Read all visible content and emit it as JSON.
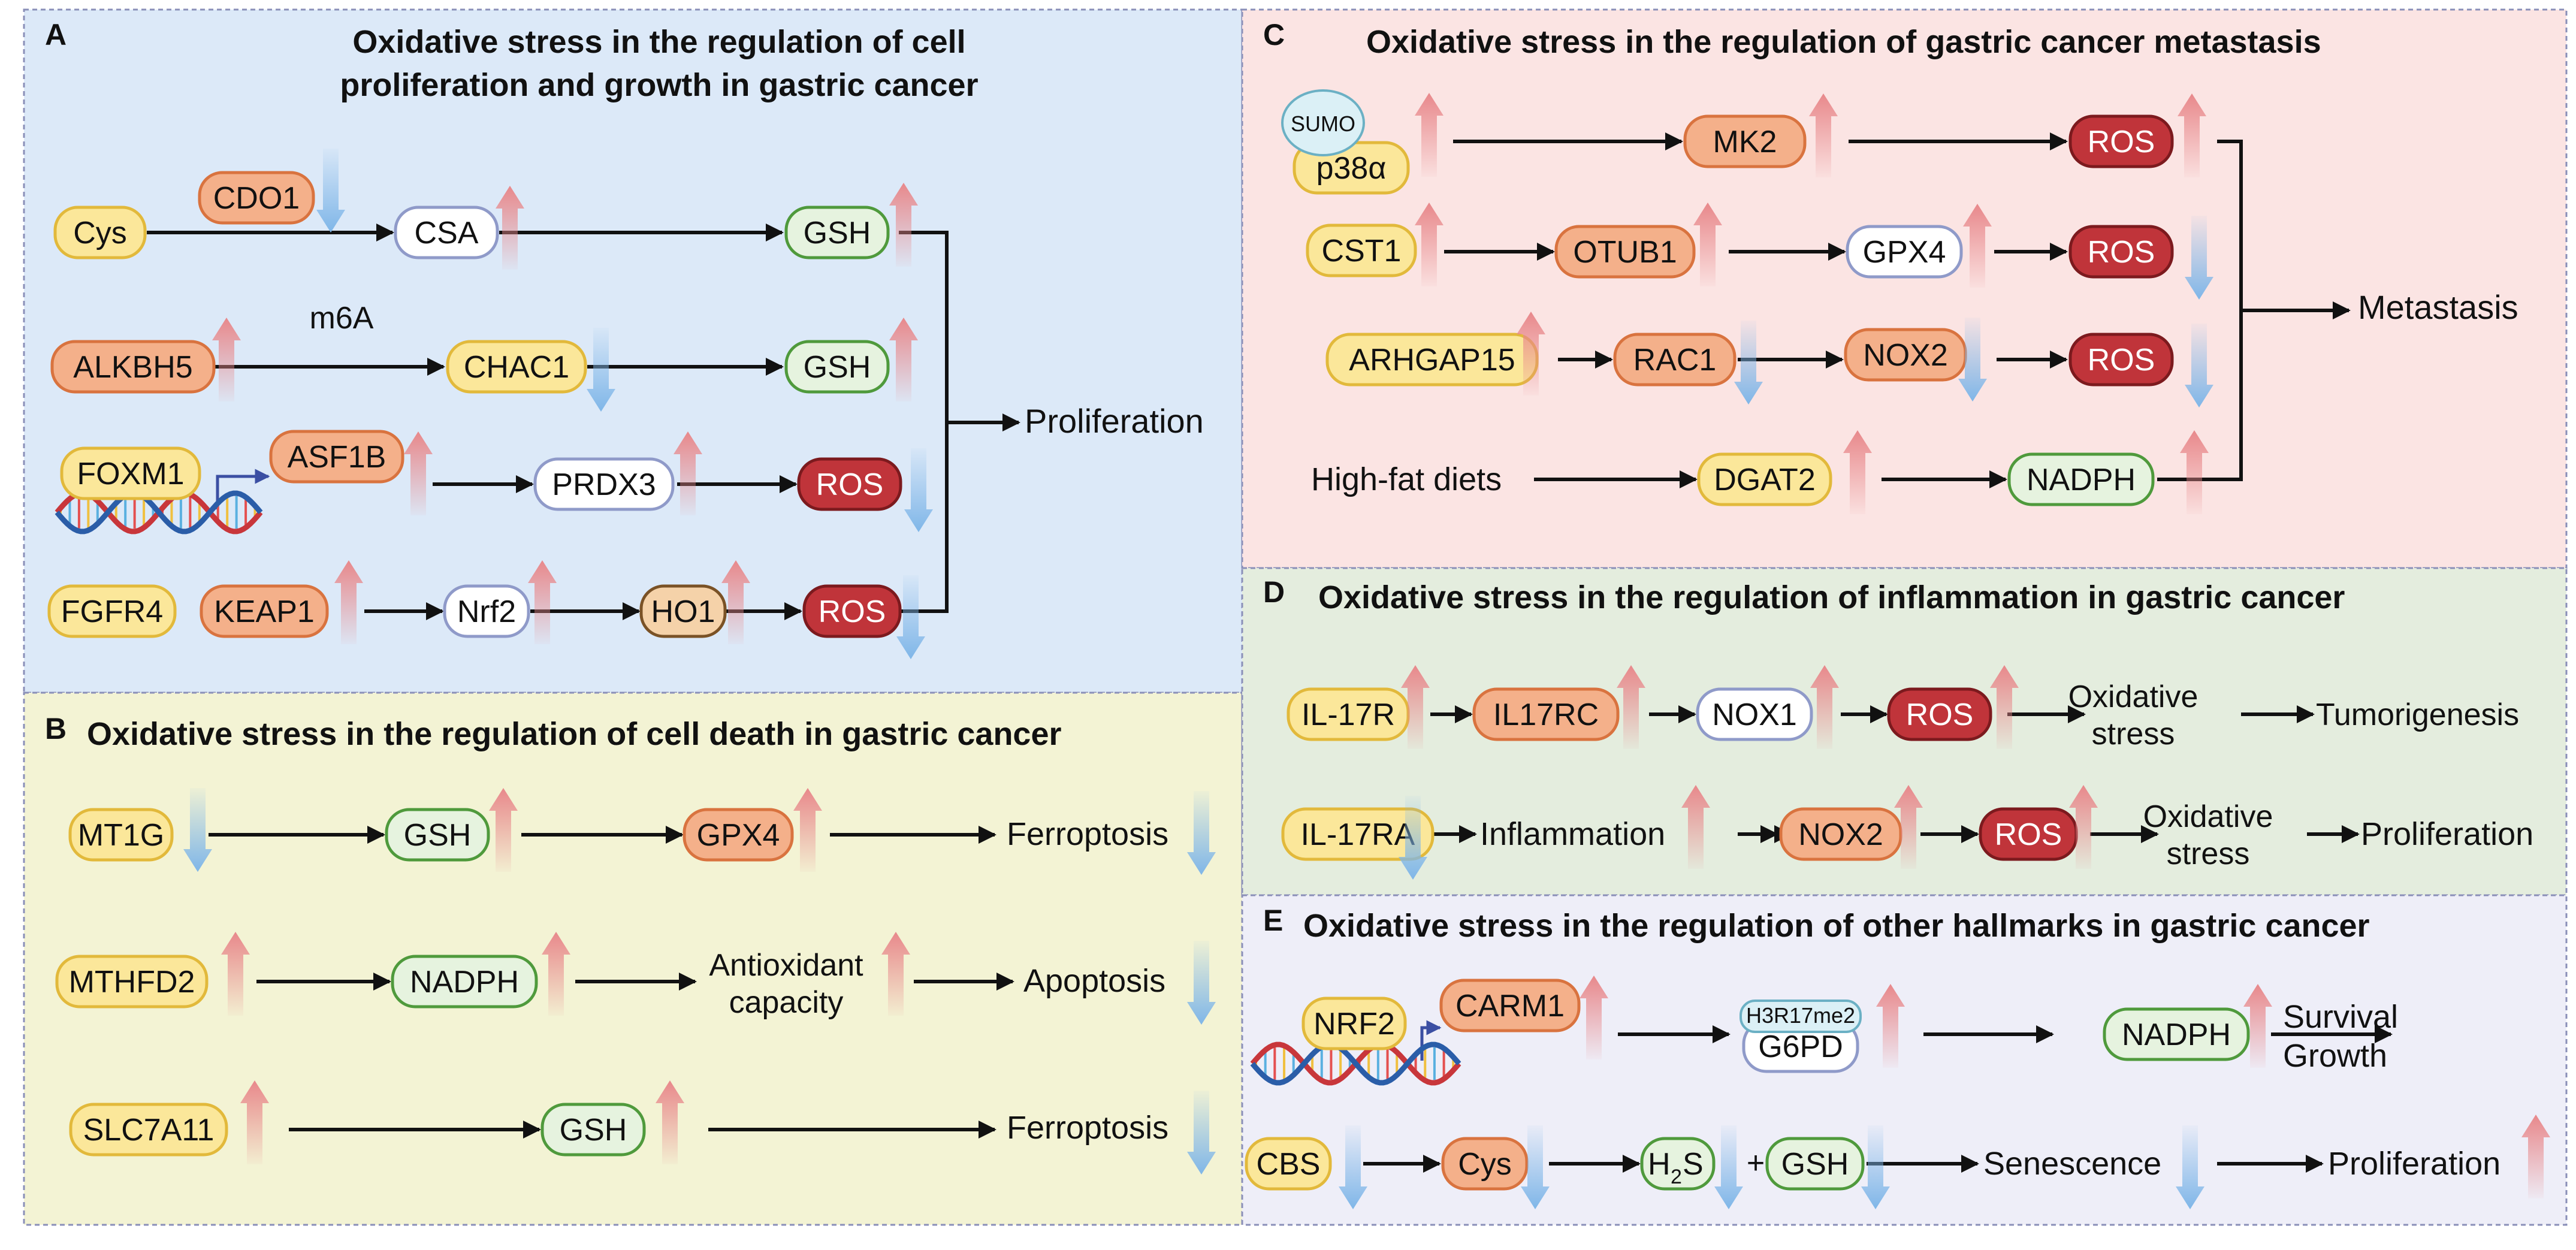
{
  "colors": {
    "panel_a": "#dce9f8",
    "panel_b": "#f3f3d4",
    "panel_c": "#fbe4e3",
    "panel_d": "#e4edde",
    "panel_e": "#eeeef8",
    "node_yellow": "#fbe79a",
    "node_yellow_stroke": "#e2b93b",
    "node_orange": "#f4b08a",
    "node_orange_stroke": "#d9733f",
    "node_white": "#ffffff",
    "node_white_stroke": "#8f9ac9",
    "node_green": "#e6f3df",
    "node_green_stroke": "#4f9a3c",
    "node_red": "#c0343a",
    "node_red_stroke": "#7c1a1e",
    "node_tan": "#f5d2a9",
    "node_tan_stroke": "#7a5226",
    "node_sumo": "#dbf0f6",
    "node_sumo_stroke": "#6bb0c4",
    "up_arrow": "#e8888b",
    "down_arrow": "#7fb6e8"
  },
  "panels": [
    {
      "id": "A",
      "letter": "A",
      "title_lines": [
        "Oxidative stress in the regulation of cell",
        "proliferation and growth in gastric cancer"
      ]
    },
    {
      "id": "B",
      "letter": "B",
      "title_lines": [
        "Oxidative stress in the regulation of cell death in gastric cancer"
      ]
    },
    {
      "id": "C",
      "letter": "C",
      "title_lines": [
        "Oxidative stress in the regulation of gastric cancer metastasis"
      ]
    },
    {
      "id": "D",
      "letter": "D",
      "title_lines": [
        "Oxidative stress in the regulation of inflammation in gastric cancer"
      ]
    },
    {
      "id": "E",
      "letter": "E",
      "title_lines": [
        "Oxidative stress in the regulation of other hallmarks in gastric cancer"
      ]
    }
  ],
  "nodes": {
    "a_cys": "Cys",
    "a_cdo1": "CDO1",
    "a_csa": "CSA",
    "a_gsh1": "GSH",
    "a_alkbh5": "ALKBH5",
    "a_m6a": "m6A",
    "a_chac1": "CHAC1",
    "a_gsh2": "GSH",
    "a_foxm1": "FOXM1",
    "a_asf1b": "ASF1B",
    "a_prdx3": "PRDX3",
    "a_ros1": "ROS",
    "a_fgfr4": "FGFR4",
    "a_keap1": "KEAP1",
    "a_nrf2": "Nrf2",
    "a_ho1": "HO1",
    "a_ros2": "ROS",
    "a_out": "Proliferation",
    "b_mt1g": "MT1G",
    "b_gsh1": "GSH",
    "b_gpx4": "GPX4",
    "b_out1": "Ferroptosis",
    "b_mthfd2": "MTHFD2",
    "b_nadph": "NADPH",
    "b_antiox_1": "Antioxidant",
    "b_antiox_2": "capacity",
    "b_out2": "Apoptosis",
    "b_slc7a11": "SLC7A11",
    "b_gsh2": "GSH",
    "b_out3": "Ferroptosis",
    "c_sumo": "SUMO",
    "c_p38": "p38α",
    "c_mk2": "MK2",
    "c_ros1": "ROS",
    "c_cst1": "CST1",
    "c_otub1": "OTUB1",
    "c_gpx4": "GPX4",
    "c_ros2": "ROS",
    "c_arhgap15": "ARHGAP15",
    "c_rac1": "RAC1",
    "c_nox2": "NOX2",
    "c_ros3": "ROS",
    "c_hfd": "High-fat diets",
    "c_dgat2": "DGAT2",
    "c_nadph": "NADPH",
    "c_out": "Metastasis",
    "d_il17r": "IL-17R",
    "d_il17rc": "IL17RC",
    "d_nox1": "NOX1",
    "d_ros1": "ROS",
    "d_ox1_1": "Oxidative",
    "d_ox1_2": "stress",
    "d_tumor": "Tumorigenesis",
    "d_il17ra": "IL-17RA",
    "d_inflam": "Inflammation",
    "d_nox2": "NOX2",
    "d_ros2": "ROS",
    "d_ox2_1": "Oxidative",
    "d_ox2_2": "stress",
    "d_prolif": "Proliferation",
    "e_nrf2": "NRF2",
    "e_carm1": "CARM1",
    "e_h3r": "H3R17me2",
    "e_g6pd": "G6PD",
    "e_nadph": "NADPH",
    "e_surv1": "Survival",
    "e_surv2": "Growth",
    "e_cbs": "CBS",
    "e_cys": "Cys",
    "e_h2s_h": "H",
    "e_h2s_sub": "2",
    "e_h2s_s": "S",
    "e_plus": "+",
    "e_gsh": "GSH",
    "e_senescence": "Senescence",
    "e_prolif": "Proliferation"
  },
  "regulation": {
    "a_cdo1": "down",
    "a_csa": "up",
    "a_gsh1": "up",
    "a_alkbh5": "up",
    "a_chac1": "down",
    "a_gsh2": "up",
    "a_asf1b": "up",
    "a_prdx3": "up",
    "a_ros1": "down",
    "a_keap1": "up",
    "a_nrf2": "up",
    "a_ho1": "up",
    "a_ros2": "down",
    "b_mt1g": "down",
    "b_gsh1": "up",
    "b_gpx4": "up",
    "b_out1": "down",
    "b_mthfd2": "up",
    "b_nadph": "up",
    "b_antiox": "up",
    "b_out2": "down",
    "b_slc7a11": "up",
    "b_gsh2": "up",
    "b_out3": "down",
    "c_p38": "up",
    "c_mk2": "up",
    "c_ros1": "up",
    "c_cst1": "up",
    "c_otub1": "up",
    "c_gpx4": "up",
    "c_ros2": "down",
    "c_arhgap15": "up",
    "c_rac1": "down",
    "c_nox2": "down",
    "c_ros3": "down",
    "c_dgat2": "up",
    "c_nadph": "up",
    "d_il17r": "up",
    "d_il17rc": "up",
    "d_nox1": "up",
    "d_ros1": "up",
    "d_il17ra": "down",
    "d_inflam": "up",
    "d_nox2": "up",
    "d_ros2": "up",
    "e_carm1": "up",
    "e_g6pd": "up",
    "e_nadph": "up",
    "e_cbs": "down",
    "e_cys": "down",
    "e_h2s": "down",
    "e_gsh": "down",
    "e_senescence": "down",
    "e_prolif": "up"
  }
}
